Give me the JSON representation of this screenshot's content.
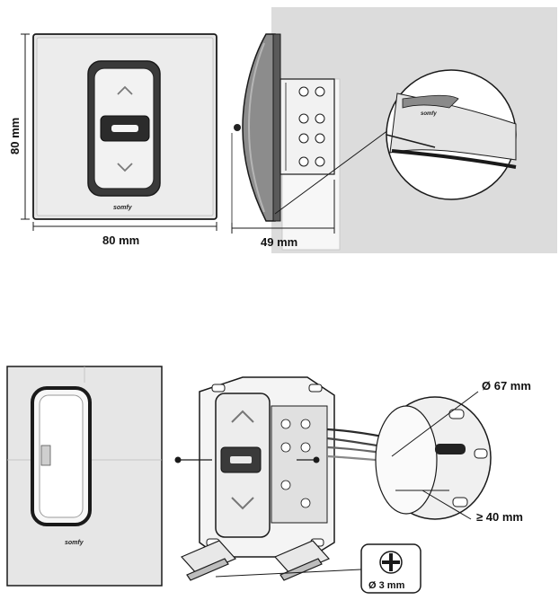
{
  "brand": {
    "logo_text": "somfy"
  },
  "dimensions": {
    "front_height": "80 mm",
    "front_width": "80 mm",
    "side_depth": "49 mm",
    "box_diameter": "Ø 67 mm",
    "box_depth": "≥ 40 mm",
    "screwdriver": "Ø 3 mm"
  },
  "icons": {
    "up": "chevron-up-icon",
    "down": "chevron-down-icon",
    "screwdriver": "phillips-screwdriver-icon"
  },
  "colors": {
    "line": "#1a1a1a",
    "plate_fill": "#e8e8e8",
    "wall": "#d9d9d9",
    "accent": "#555555"
  }
}
